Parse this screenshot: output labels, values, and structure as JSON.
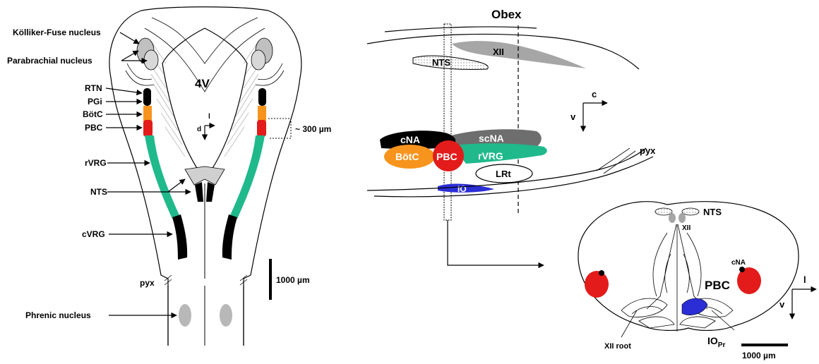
{
  "colors": {
    "rtn": "#000000",
    "pgi": "#000000",
    "botc": "#f7941d",
    "pbc": "#e31b1b",
    "rvrg": "#1fb98c",
    "cvrg": "#000000",
    "cna": "#000000",
    "scna": "#6e6e6e",
    "io": "#2b2ed4",
    "xii": "#a6a6a6",
    "nuclei_gray": "#c0c0c0"
  },
  "left_panel": {
    "labels": {
      "kolliker_fuse": "Kölliker-Fuse nucleus",
      "parabrachial": "Parabrachial nucleus",
      "rtn": "RTN",
      "pgi": "PGi",
      "botc": "BötC",
      "pbc": "PBC",
      "rvrg": "rVRG",
      "nts": "NTS",
      "cvrg": "cVRG",
      "pyx": "pyx",
      "phrenic": "Phrenic nucleus",
      "ventricle": "4V",
      "axis_l": "l",
      "axis_d": "d",
      "distance": "~ 300 µm",
      "scale": "1000 µm"
    }
  },
  "sagittal_panel": {
    "labels": {
      "obex": "Obex",
      "xii": "XII",
      "nts": "NTS",
      "axis_c": "c",
      "axis_v": "v",
      "cna": "cNA",
      "scna": "scNA",
      "botc": "BötC",
      "pbc": "PBC",
      "rvrg": "rVRG",
      "lrt": "LRt",
      "io": "IO",
      "pyx": "pyx"
    }
  },
  "transverse_panel": {
    "labels": {
      "nts": "NTS",
      "xii": "XII",
      "cna": "cNA",
      "pbc": "PBC",
      "xii_root": "XII root",
      "io_main": "IO",
      "io_sub": "Pr",
      "axis_l": "l",
      "axis_v": "v",
      "scale": "1000 µm"
    }
  }
}
